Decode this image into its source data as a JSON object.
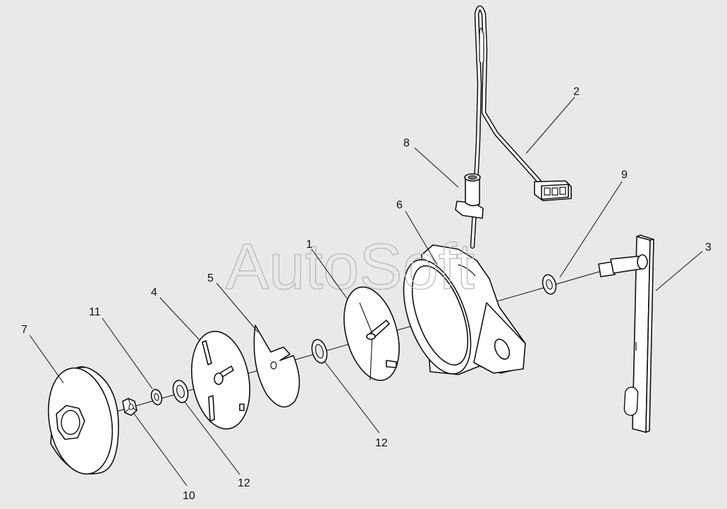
{
  "watermark": "AutoSoft",
  "labels": {
    "l1": "1",
    "l2": "2",
    "l3": "3",
    "l4": "4",
    "l5": "5",
    "l6": "6",
    "l7": "7",
    "l8": "8",
    "l9": "9",
    "l10": "10",
    "l11": "11",
    "l12a": "12",
    "l12b": "12"
  },
  "colors": {
    "background": "#e9e9e9",
    "part_fill": "#ffffff",
    "line": "#111111",
    "watermark": "#b9b9b9"
  }
}
